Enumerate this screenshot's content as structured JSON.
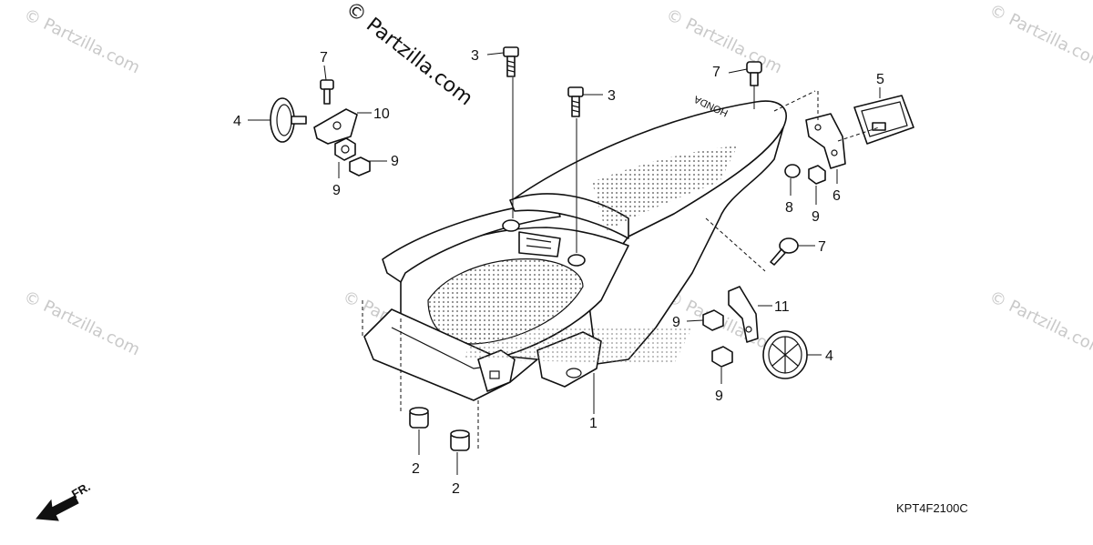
{
  "watermark": {
    "main_text": "© Partzilla.com",
    "repeat_text": "© Partzilla.com"
  },
  "diagram_code": "KPT4F2100C",
  "front_arrow_label": "FR.",
  "fender_brand": "HONDA",
  "colors": {
    "line": "#111111",
    "watermark": "#c9c9c9",
    "background": "#ffffff"
  },
  "callouts": [
    {
      "id": "c1",
      "label": "1"
    },
    {
      "id": "c2a",
      "label": "2"
    },
    {
      "id": "c2b",
      "label": "2"
    },
    {
      "id": "c3a",
      "label": "3"
    },
    {
      "id": "c3b",
      "label": "3"
    },
    {
      "id": "c4a",
      "label": "4"
    },
    {
      "id": "c4b",
      "label": "4"
    },
    {
      "id": "c5",
      "label": "5"
    },
    {
      "id": "c6",
      "label": "6"
    },
    {
      "id": "c7a",
      "label": "7"
    },
    {
      "id": "c7b",
      "label": "7"
    },
    {
      "id": "c7c",
      "label": "7"
    },
    {
      "id": "c8",
      "label": "8"
    },
    {
      "id": "c9a",
      "label": "9"
    },
    {
      "id": "c9b",
      "label": "9"
    },
    {
      "id": "c9c",
      "label": "9"
    },
    {
      "id": "c9d",
      "label": "9"
    },
    {
      "id": "c9e",
      "label": "9"
    },
    {
      "id": "c10",
      "label": "10"
    },
    {
      "id": "c11",
      "label": "11"
    }
  ]
}
